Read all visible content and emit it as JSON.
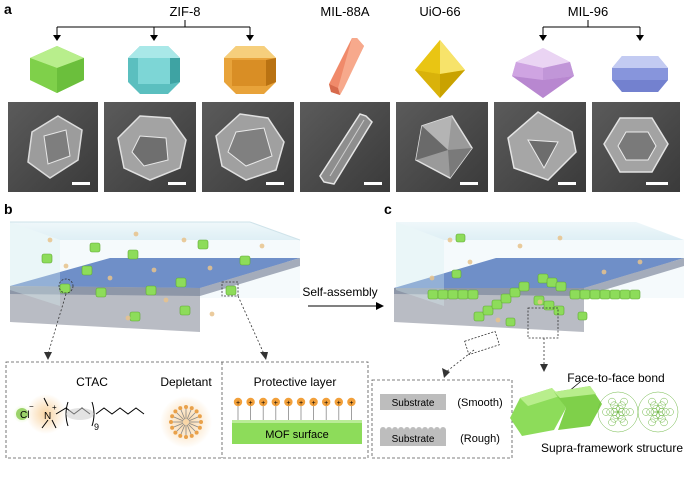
{
  "panels": {
    "a": "a",
    "b": "b",
    "c": "c"
  },
  "mof_groups": {
    "zif8": "ZIF-8",
    "mil88a": "MIL-88A",
    "uio66": "UiO-66",
    "mil96": "MIL-96"
  },
  "arrow_label": "Self-assembly",
  "inset_b": {
    "ctac": "CTAC",
    "chloride": "Cl",
    "chloride_sign": "−",
    "nitrogen": "N",
    "nitrogen_sign": "+",
    "repeat": "9",
    "depletant": "Depletant",
    "protective_layer": "Protective layer",
    "mof_surface": "MOF surface"
  },
  "inset_c": {
    "substrate": "Substrate",
    "smooth": "(Smooth)",
    "rough": "(Rough)"
  },
  "face_bond": "Face-to-face bond",
  "supra": "Supra-framework structure",
  "colors": {
    "green": "#8ddc5a",
    "cyan": "#6dcfcf",
    "orange": "#e8a33a",
    "salmon": "#f08a6a",
    "yellow": "#f1d22a",
    "lilac": "#d7b3e8",
    "periwinkle": "#9aa7e6",
    "substrate_blue": "#6f8fc8"
  }
}
